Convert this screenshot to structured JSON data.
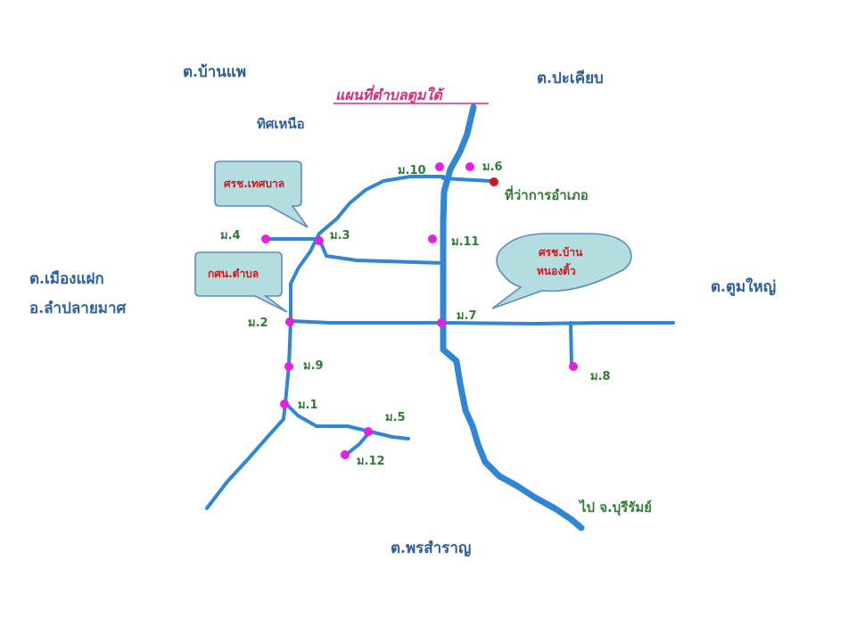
{
  "map": {
    "title": "แผนที่ตำบลตูมใต้",
    "north_label": "ทิศเหนือ",
    "neighbors": {
      "north_west": "ต.บ้านแพ",
      "north_east": "ต.ปะเคียบ",
      "west_line1": "ต.เมืองแฝก",
      "west_line2": "อ.ลำปลายมาศ",
      "east": "ต.ตูมใหญ่",
      "south": "ต.พรสำราญ"
    },
    "villages": {
      "m1": "ม.1",
      "m2": "ม.2",
      "m3": "ม.3",
      "m4": "ม.4",
      "m5": "ม.5",
      "m6": "ม.6",
      "m7": "ม.7",
      "m8": "ม.8",
      "m9": "ม.9",
      "m10": "ม.10",
      "m11": "ม.11",
      "m12": "ม.12"
    },
    "district_office": "ที่ว่าการอำเภอ",
    "to_province": "ไป จ.บุรีรัมย์",
    "callouts": {
      "municipal_health": "ศรช.เทศบาล",
      "subdistrict_center": "กศน.ตำบล",
      "village_health_line1": "ศรช.บ้าน",
      "village_health_line2": "หนองติ้ว"
    },
    "colors": {
      "road": "#2f86d6",
      "village_dot": "#e81ee0",
      "office_dot": "#d8131b",
      "label_blue": "#2b5f9e",
      "label_green": "#2e7d32",
      "title_pink": "#e0287a",
      "callout_fill": "#b4dde0"
    }
  }
}
